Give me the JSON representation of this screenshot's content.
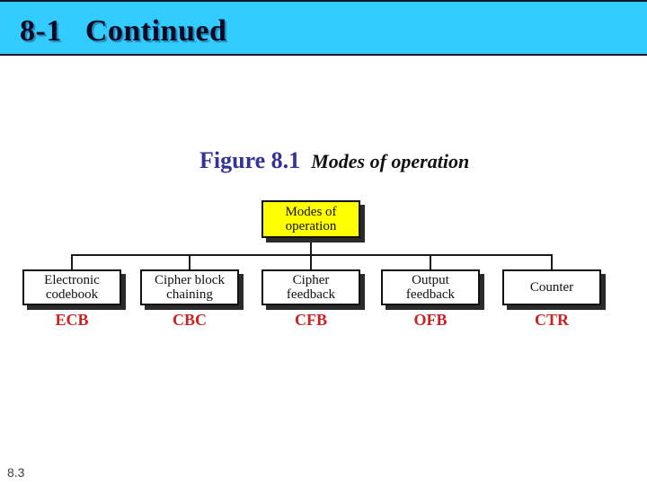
{
  "header": {
    "section_number": "8-1",
    "title": "Continued",
    "bg_color": "#33CCFF",
    "text_color": "#0a0a23"
  },
  "figure": {
    "label": "Figure 8.1",
    "title": "Modes of operation",
    "label_color": "#333399"
  },
  "diagram": {
    "root": {
      "lines": [
        "Modes of",
        "operation"
      ],
      "fill_color": "#FFFF00"
    },
    "nodes": [
      {
        "lines": [
          "Electronic",
          "codebook"
        ],
        "abbr": "ECB"
      },
      {
        "lines": [
          "Cipher block",
          "chaining"
        ],
        "abbr": "CBC"
      },
      {
        "lines": [
          "Cipher",
          "feedback"
        ],
        "abbr": "CFB"
      },
      {
        "lines": [
          "Output",
          "feedback"
        ],
        "abbr": "OFB"
      },
      {
        "lines": [
          "Counter"
        ],
        "abbr": "CTR"
      }
    ],
    "abbr_color": "#CC2222",
    "box_border_color": "#111111",
    "shadow_color": "#2b2b2b"
  },
  "footer": {
    "slide_number": "8.3"
  }
}
